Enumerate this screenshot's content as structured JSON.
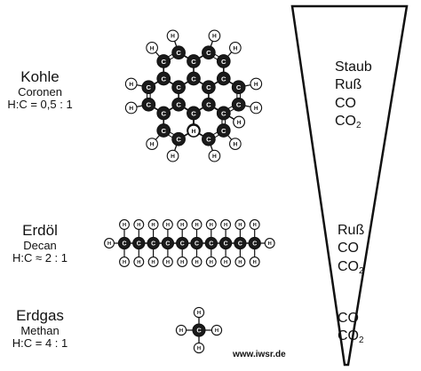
{
  "fuels": [
    {
      "name": "Kohle",
      "molecule": "Coronen",
      "ratio": "H:C = 0,5 : 1"
    },
    {
      "name": "Erdöl",
      "molecule": "Decan",
      "ratio": "H:C ≈ 2 : 1"
    },
    {
      "name": "Erdgas",
      "molecule": "Methan",
      "ratio": "H:C = 4 : 1"
    }
  ],
  "emissions": {
    "kohle": [
      {
        "t": "Staub"
      },
      {
        "t": "Ruß"
      },
      {
        "t": "CO"
      },
      {
        "t": "CO",
        "sub": "2"
      }
    ],
    "erdoel": [
      {
        "t": "Ruß"
      },
      {
        "t": "CO"
      },
      {
        "t": "CO",
        "sub": "2"
      }
    ],
    "erdgas": [
      {
        "t": "CO"
      },
      {
        "t": "CO",
        "sub": "2"
      }
    ]
  },
  "atoms": {
    "carbon": "C",
    "hydrogen": "H"
  },
  "website": "www.iwsr.de",
  "colors": {
    "carbon": "#1a1a1a",
    "hydrogen": "#ffffff",
    "bond": "#111111"
  }
}
